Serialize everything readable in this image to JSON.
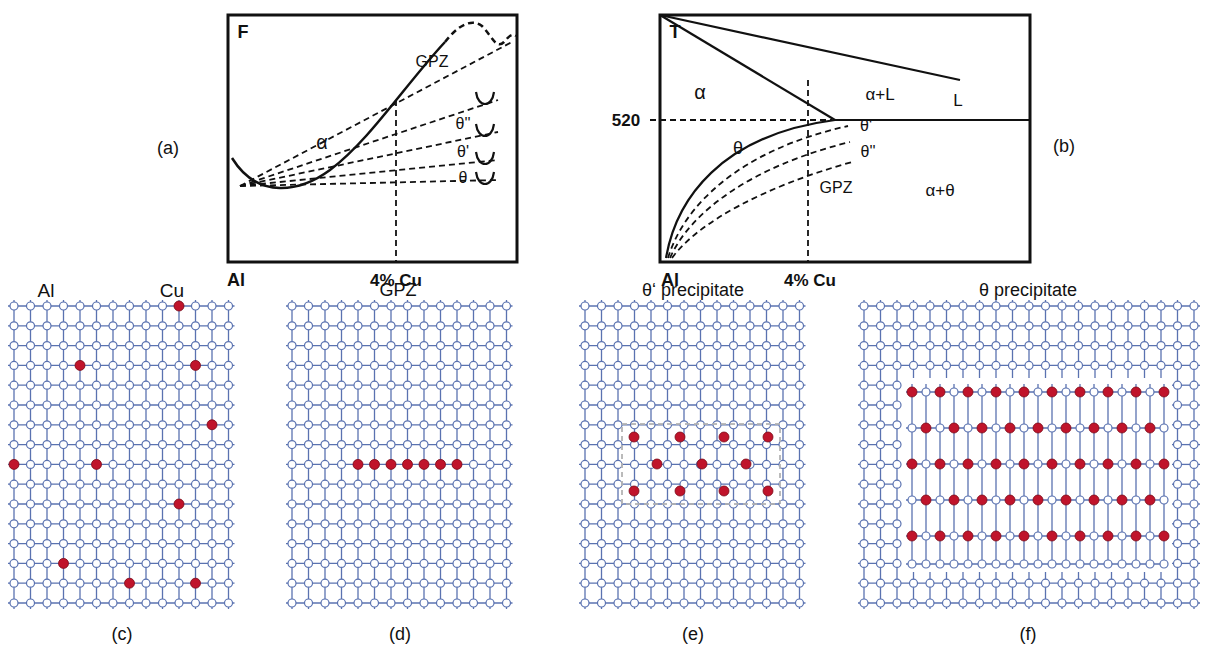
{
  "diagram": {
    "labels": [
      "F",
      "α",
      "GPZ",
      "θ''",
      "θ'",
      "θ",
      "Al",
      "4% Cu",
      "(a)",
      "T",
      "L",
      "α",
      "α+L",
      "520",
      "θ",
      "θ'",
      "θ''",
      "GPZ",
      "α+θ",
      "Al",
      "4% Cu",
      "(b)",
      "Al",
      "Cu",
      "GPZ",
      "θ‘ precipitate",
      "θ precipitate",
      "(c)",
      "(d)",
      "(e)",
      "(f)"
    ]
  }
}
